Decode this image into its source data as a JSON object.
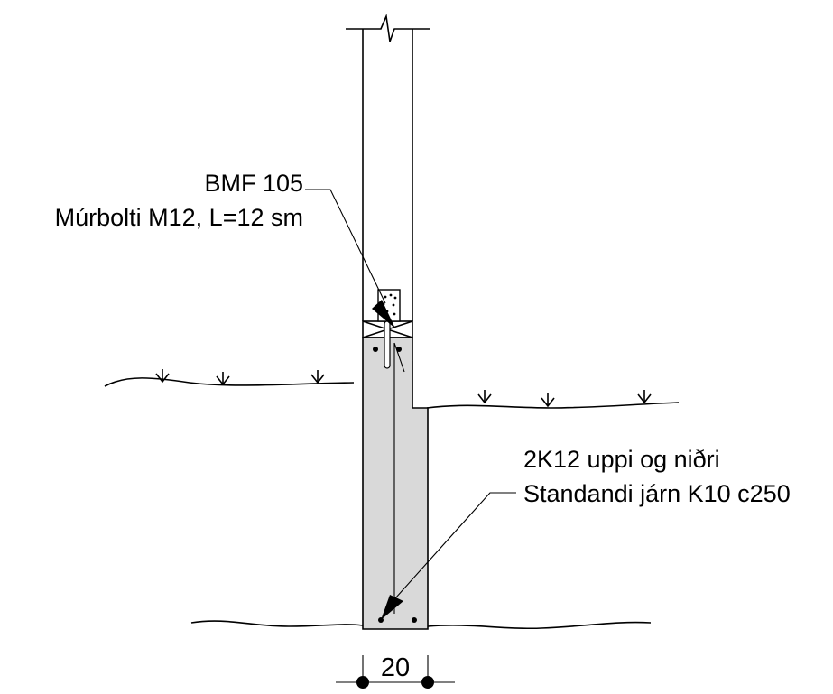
{
  "labels": {
    "bracket_code": "BMF 105",
    "bolt_spec": "Múrbolti M12, L=12 sm",
    "rebar_main": "2K12 uppi og niðri",
    "rebar_standing": "Standandi járn K10 c250"
  },
  "dimension": {
    "width_value": "20"
  },
  "colors": {
    "concrete_fill": "#d9d9d9",
    "line": "#000000"
  }
}
